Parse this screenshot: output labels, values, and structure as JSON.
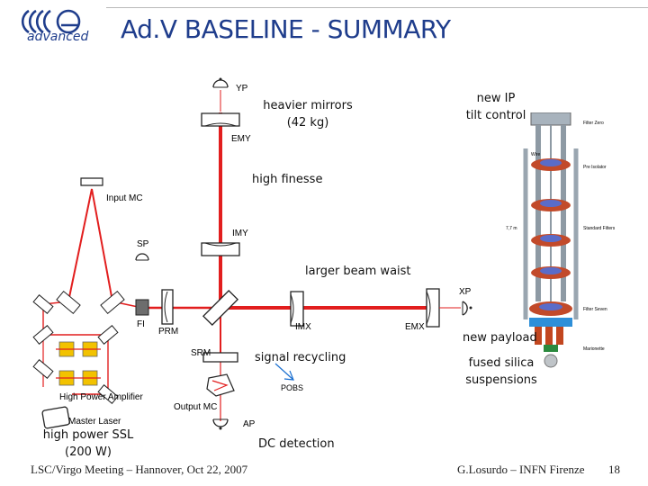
{
  "header": {
    "logo_text": "advanced",
    "title": "Ad.V BASELINE - SUMMARY"
  },
  "colors": {
    "title": "#1f3d8c",
    "beam": "#e21e1e",
    "amplifier": "#f2c200",
    "photodiode": "#1a6fd0"
  },
  "diagram": {
    "labels": {
      "yp": "YP",
      "emy": "EMY",
      "input_mc": "Input MC",
      "imy": "IMY",
      "sp": "SP",
      "fi": "FI",
      "prm": "PRM",
      "srm": "SRM",
      "imx": "IMX",
      "emx": "EMX",
      "xp": "XP",
      "hpa": "High Power Amplifier",
      "master_laser": "Master Laser",
      "output_mc": "Output MC",
      "pobs": "POBS",
      "ap": "AP"
    }
  },
  "suspension": {
    "labels": {
      "filter_zero": "Filter Zero",
      "wire": "Wire",
      "pre_isolator": "Pre Isolator",
      "standard_filters": "Standard Filters",
      "height": "7,7 m",
      "filter_seven": "Filter Seven",
      "marionette": "Marionette"
    }
  },
  "annotations": {
    "heavier_mirrors": [
      "heavier mirrors",
      "(42 kg)"
    ],
    "new_ip": [
      "new IP",
      "tilt control"
    ],
    "high_finesse": "high finesse",
    "larger_beam_waist": "larger beam waist",
    "new_payload": "new payload",
    "signal_recycling": "signal recycling",
    "fused_silica": [
      "fused silica",
      "suspensions"
    ],
    "high_power_ssl": [
      "high power SSL",
      "(200 W)"
    ],
    "dc_detection": "DC detection"
  },
  "footer": {
    "left": "LSC/Virgo Meeting – Hannover, Oct 22, 2007",
    "right": "G.Losurdo – INFN Firenze",
    "page": "18"
  }
}
